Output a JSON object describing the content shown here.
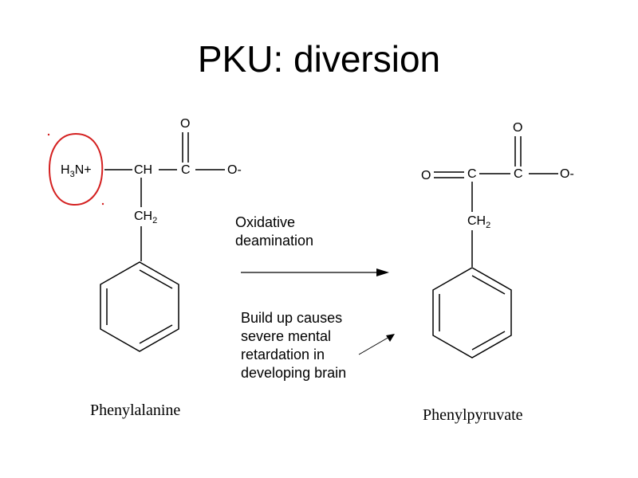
{
  "slide": {
    "title": "PKU: diversion",
    "colors": {
      "text": "#000000",
      "annotation": "#d42020",
      "background": "#ffffff"
    }
  },
  "phenylalanine": {
    "amino_group": {
      "h": "H",
      "sub": "3",
      "rest": "N+"
    },
    "alpha_carbon": "CH",
    "carboxyl_carbon": "C",
    "carbonyl_oxygen": "O",
    "carboxylate_oxygen": "O-",
    "methylene": {
      "main": "CH",
      "sub": "2"
    },
    "name": "Phenylalanine"
  },
  "phenylpyruvate": {
    "keto_oxygen": "O",
    "keto_carbon": "C",
    "carboxyl_carbon": "C",
    "carbonyl_oxygen": "O",
    "carboxylate_oxygen": "O-",
    "methylene": {
      "main": "CH",
      "sub": "2"
    },
    "name": "Phenylpyruvate"
  },
  "reaction": {
    "label_line1": "Oxidative",
    "label_line2": "deamination"
  },
  "note": {
    "lines": [
      "Build up causes",
      "severe mental",
      "retardation in",
      "developing brain"
    ]
  }
}
